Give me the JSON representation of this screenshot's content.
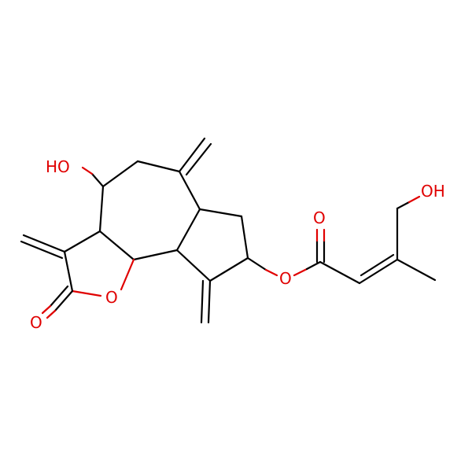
{
  "colors": {
    "background": "#ffffff",
    "bond": "#000000",
    "oxygen": "#e00000"
  },
  "atoms": {
    "hydroxyl_left": "HO",
    "hydroxyl_right": "OH",
    "ring_oxygen": "O",
    "carbonyl_oxygen": "O",
    "ester_oxygen": "O",
    "ester_carbonyl_oxygen": "O"
  }
}
